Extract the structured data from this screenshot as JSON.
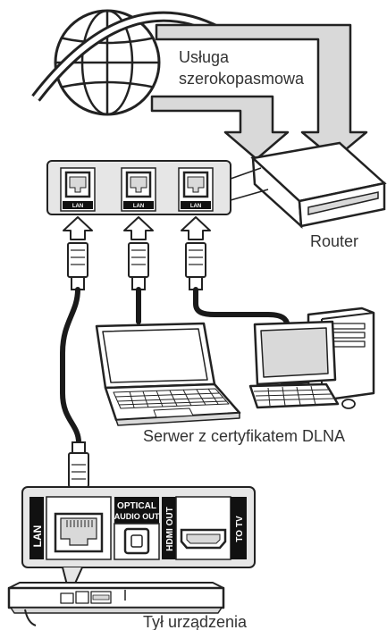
{
  "labels": {
    "broadband_line1": "Usługa",
    "broadband_line2": "szerokopasmowa",
    "router": "Router",
    "dlna_server": "Serwer z certyfikatem DLNA",
    "rear_of_device": "Tył urządzenia"
  },
  "ports": {
    "lan_1": "LAN",
    "lan_2": "LAN",
    "lan_3": "LAN",
    "player_lan": "LAN",
    "optical_line1": "OPTICAL",
    "optical_line2": "AUDIO OUT",
    "hdmi_out": "HDMI OUT",
    "to_tv": "TO TV"
  },
  "icons": {
    "globe": "globe-icon",
    "router": "router-icon",
    "laptop": "laptop-icon",
    "desktop": "desktop-computer-icon",
    "player": "blu-ray-player-icon",
    "cable": "ethernet-cable-icon"
  },
  "colors": {
    "line": "#222222",
    "fill_gray": "#d9d9d9",
    "panel_gray": "#e6e6e6",
    "cable_black": "#1a1a1a"
  }
}
